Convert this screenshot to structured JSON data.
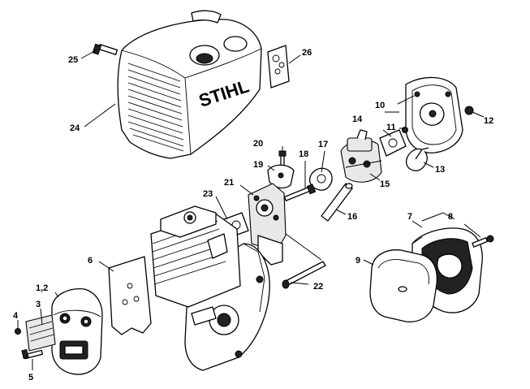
{
  "brand": "STIHL",
  "callouts": {
    "c1_2": "1,2",
    "c3": "3",
    "c4": "4",
    "c5": "5",
    "c6": "6",
    "c7": "7",
    "c8": "8",
    "c9": "9",
    "c10": "10",
    "c11": "11",
    "c12": "12",
    "c13": "13",
    "c14": "14",
    "c15": "15",
    "c16": "16",
    "c17": "17",
    "c18": "18",
    "c19": "19",
    "c20": "20",
    "c21": "21",
    "c22": "22",
    "c23": "23",
    "c24": "24",
    "c25": "25",
    "c26": "26"
  }
}
